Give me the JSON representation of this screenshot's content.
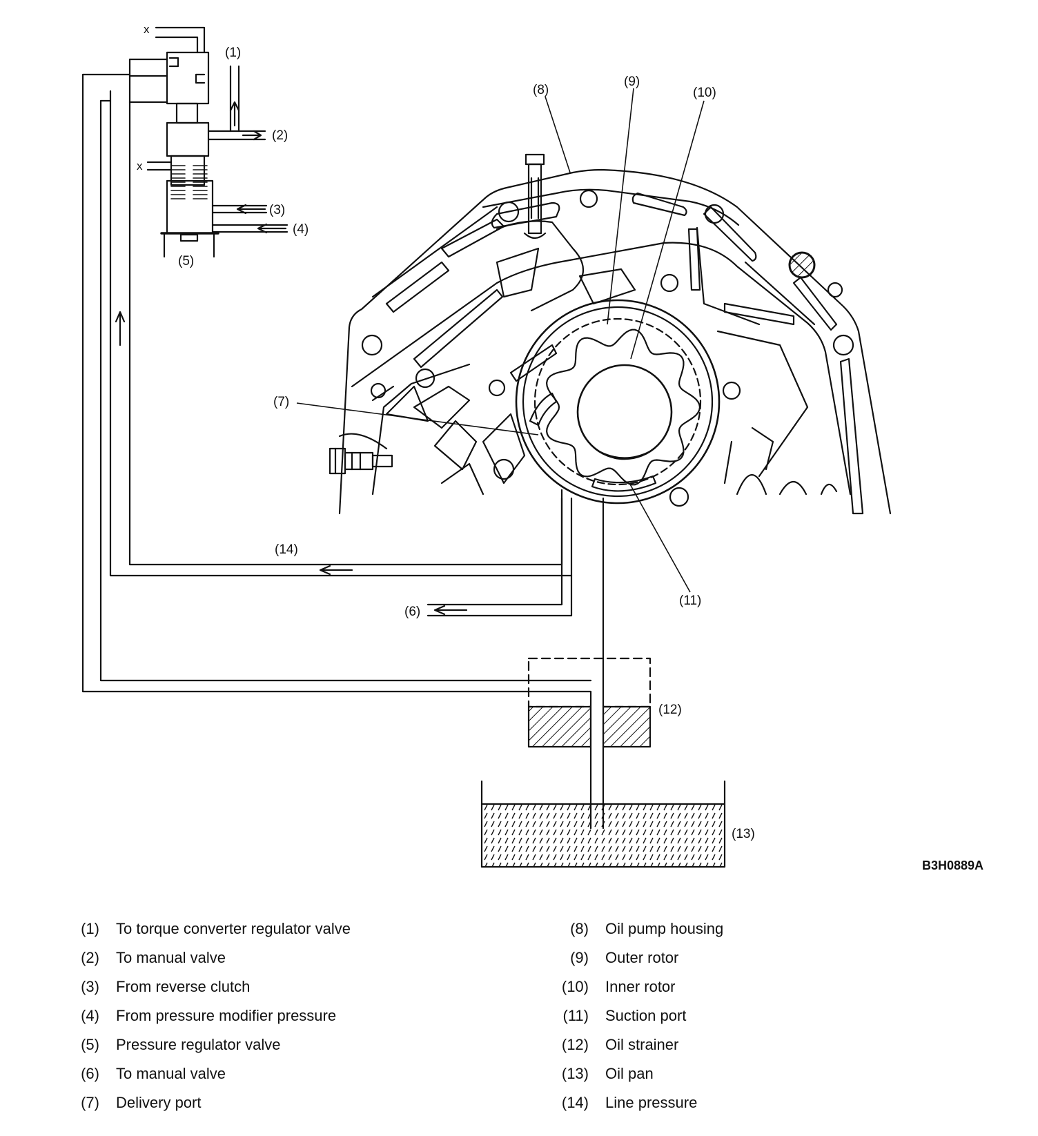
{
  "figure_code": "B3H0889A",
  "port_marks": {
    "x_top": "x",
    "x_mid": "x"
  },
  "callouts": {
    "c1": "(1)",
    "c2": "(2)",
    "c3": "(3)",
    "c4": "(4)",
    "c5": "(5)",
    "c6": "(6)",
    "c7": "(7)",
    "c8": "(8)",
    "c9": "(9)",
    "c10": "(10)",
    "c11": "(11)",
    "c12": "(12)",
    "c13": "(13)",
    "c14": "(14)"
  },
  "legend": {
    "left": [
      {
        "num": "(1)",
        "text": "To torque converter regulator valve"
      },
      {
        "num": "(2)",
        "text": "To manual valve"
      },
      {
        "num": "(3)",
        "text": "From reverse clutch"
      },
      {
        "num": "(4)",
        "text": "From pressure modifier pressure"
      },
      {
        "num": "(5)",
        "text": "Pressure regulator valve"
      },
      {
        "num": "(6)",
        "text": "To manual valve"
      },
      {
        "num": "(7)",
        "text": "Delivery port"
      }
    ],
    "right": [
      {
        "num": "(8)",
        "text": "Oil pump housing"
      },
      {
        "num": "(9)",
        "text": "Outer rotor"
      },
      {
        "num": "(10)",
        "text": "Inner rotor"
      },
      {
        "num": "(11)",
        "text": "Suction port"
      },
      {
        "num": "(12)",
        "text": "Oil strainer"
      },
      {
        "num": "(13)",
        "text": "Oil pan"
      },
      {
        "num": "(14)",
        "text": "Line pressure"
      }
    ]
  }
}
